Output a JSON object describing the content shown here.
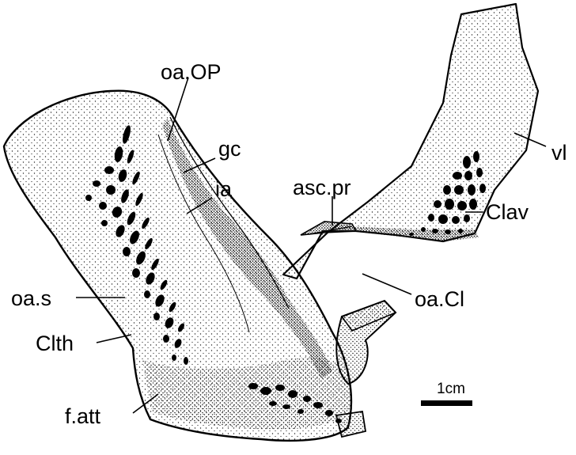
{
  "labels": {
    "oa_op": "oa.OP",
    "gc": "gc",
    "ia": "ia",
    "vl": "vl",
    "asc_pr": "asc.pr",
    "clav": "Clav",
    "oa_s": "oa.s",
    "oa_cl": "oa.Cl",
    "clth": "Clth",
    "f_att": "f.att"
  },
  "scale_bar": {
    "label": "1cm"
  },
  "colors": {
    "ink": "#000000",
    "paper": "#ffffff",
    "stipple": "#2a2a2a"
  }
}
